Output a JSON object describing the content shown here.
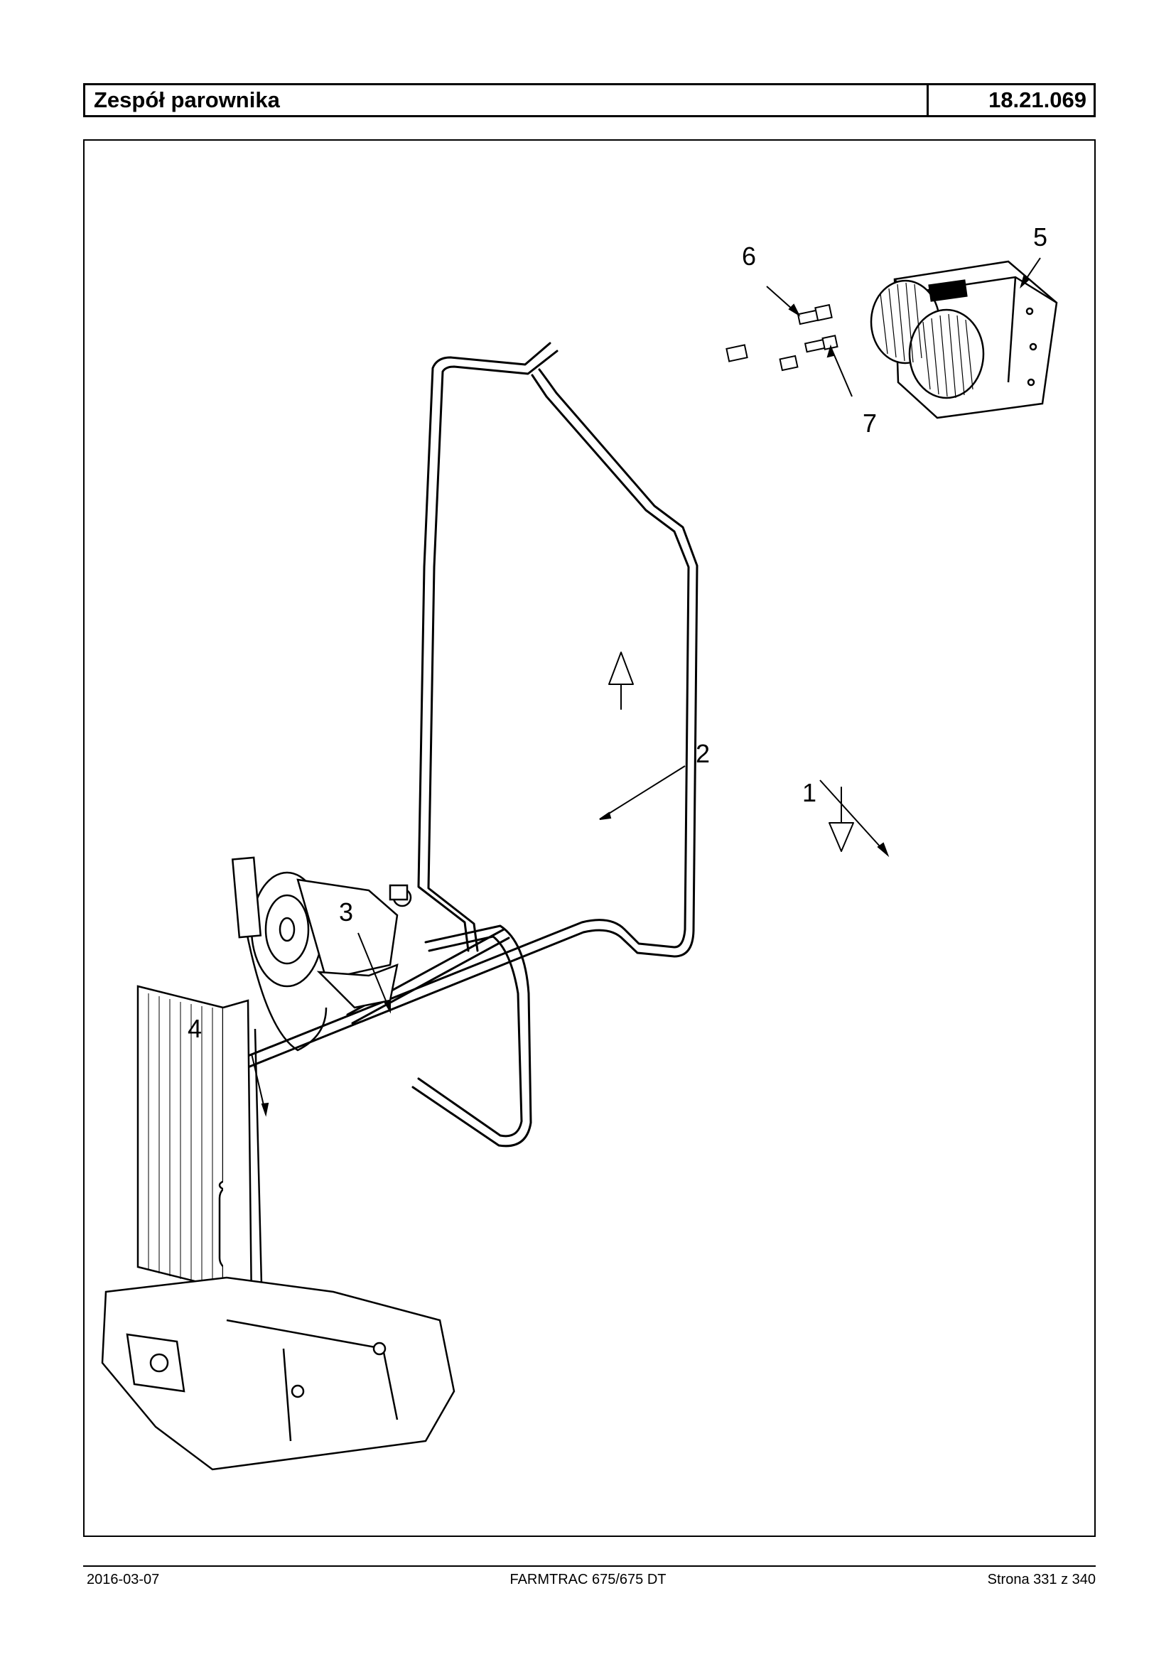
{
  "header": {
    "title": "Zespół parownika",
    "code": "18.21.069"
  },
  "diagram": {
    "callouts": [
      "1",
      "2",
      "3",
      "4",
      "5",
      "6",
      "7"
    ]
  },
  "footer": {
    "date": "2016-03-07",
    "model": "FARMTRAC 675/675 DT",
    "page": "Strona 331 z 340"
  }
}
